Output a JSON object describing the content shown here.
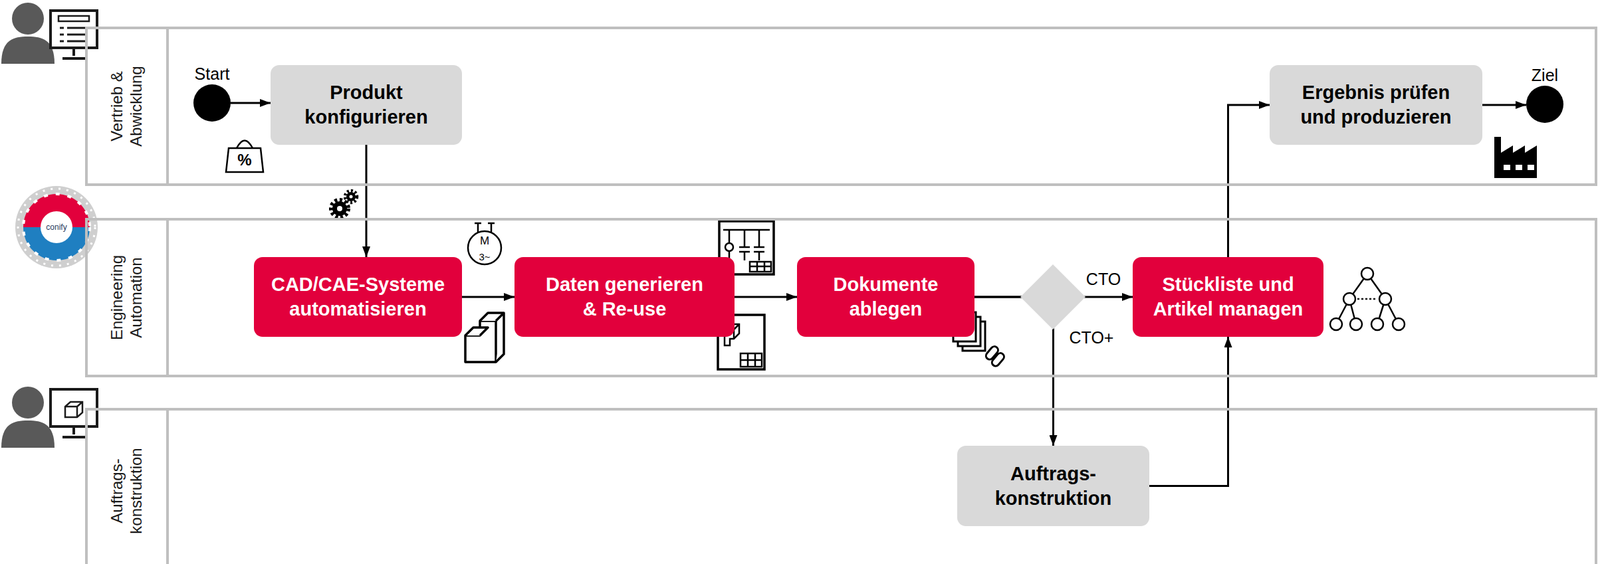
{
  "diagram": {
    "nodes": [
      {
        "text": [
          "Vertrieb & Abwicklung"
        ]
      },
      {
        "text": [
          "Start"
        ],
        "in": 0
      },
      {
        "text": [
          "Produkt konfigurieren"
        ],
        "in": 0
      },
      {
        "text": [
          "Ergebnis prüfen und produzieren"
        ],
        "in": 0
      },
      {
        "text": [
          "Ziel"
        ],
        "in": 0
      },
      {
        "text": [
          "Engineering Automation"
        ]
      },
      {
        "text": [
          "CAD/CAE-Systeme automatisieren"
        ],
        "in": 5
      },
      {
        "text": [
          "Daten generieren & Re-use"
        ],
        "in": 5
      },
      {
        "text": [
          "Dokumente ablegen"
        ],
        "in": 5
      },
      {
        "text": [
          "Stückliste und Artikel managen"
        ],
        "in": 5
      },
      {
        "text": [
          "Auftrags- konstruktion"
        ]
      },
      {
        "text": [
          "Auftrags- konstruktion"
        ],
        "in": 10
      }
    ],
    "edges": [
      {
        "from": 1,
        "to": 2,
        "arrow": "to"
      },
      {
        "from": 2,
        "to": 6,
        "arrow": "to"
      },
      {
        "from": 6,
        "to": 7,
        "arrow": "to"
      },
      {
        "from": 7,
        "to": 8,
        "arrow": "to"
      },
      {
        "from": 8,
        "to": 9,
        "label": "CTO",
        "arrow": "to"
      },
      {
        "from": 8,
        "to": 11,
        "label": "CTO+",
        "arrow": "to"
      },
      {
        "from": 11,
        "to": 9,
        "arrow": "to"
      },
      {
        "from": 9,
        "to": 3,
        "arrow": "to"
      },
      {
        "from": 3,
        "to": 4,
        "arrow": "to"
      }
    ],
    "labels": [
      "%",
      "M",
      "3~",
      "conify"
    ]
  }
}
